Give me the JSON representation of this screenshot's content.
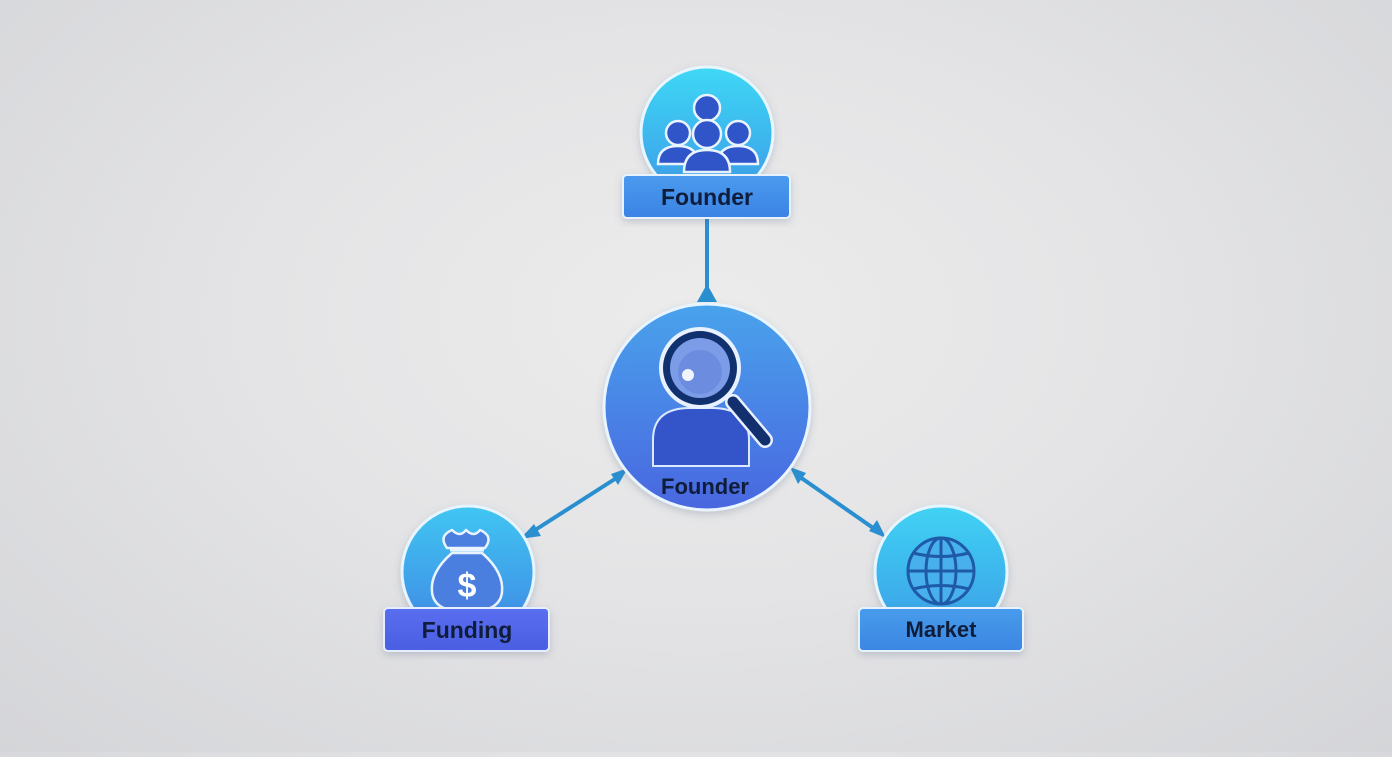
{
  "diagram": {
    "nodes": [
      {
        "id": "founder-top",
        "label": "Founder",
        "icon": "team-icon"
      },
      {
        "id": "founder-center",
        "label": "Founder",
        "icon": "person-search-icon"
      },
      {
        "id": "funding",
        "label": "Funding",
        "icon": "money-bag-icon"
      },
      {
        "id": "market",
        "label": "Market",
        "icon": "globe-icon"
      }
    ],
    "edges": [
      {
        "from": "founder-top",
        "to": "founder-center"
      },
      {
        "from": "founder-center",
        "to": "funding"
      },
      {
        "from": "founder-center",
        "to": "market"
      }
    ],
    "colors": {
      "node_light": "#3fd6f5",
      "node_mid": "#3b9ae6",
      "node_dark": "#4a5fe0",
      "connector": "#2a8fd0",
      "label_text": "#0f1d3a"
    }
  }
}
